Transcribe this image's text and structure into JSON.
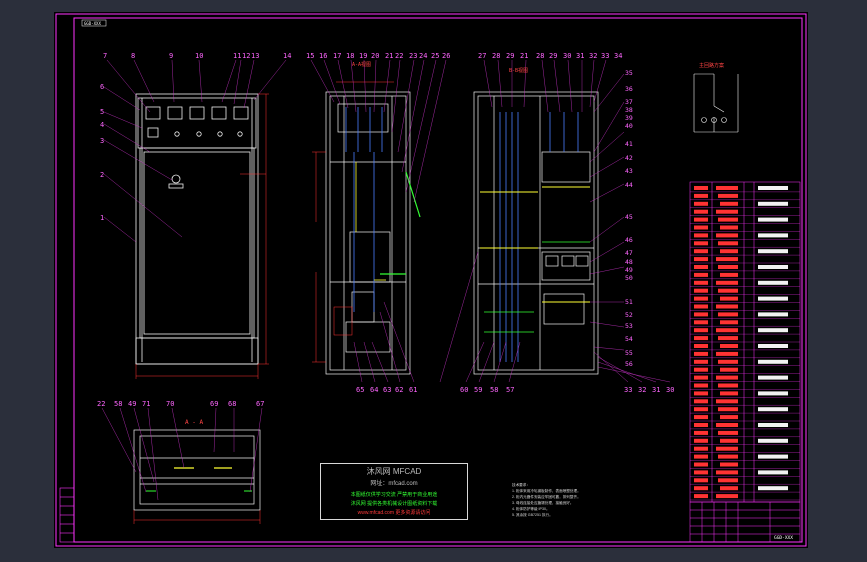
{
  "title_block_code": "GGD-XXX",
  "frame_tag": "GGD-XXX",
  "section_label": "A - A",
  "side_view_label": "A-A视图",
  "rear_view_label": "B-B视图",
  "scheme_label": "主回路方案",
  "watermark": {
    "line1": "沐风网 MFCAD",
    "line2": "网址：mfcad.com",
    "line3": "本图纸仅供学习交流 严禁用于商业用途",
    "line4": "沐风网 提供各类机械设计图纸资料下载",
    "line5": "www.mfcad.com 更多资源请访问"
  },
  "colors": {
    "frame": "#ff33ff",
    "geometry": "#f2f2f2",
    "dimension": "#ff3333",
    "leader": "#cc33cc",
    "callout_text": "#ff66ff",
    "green": "#33ff33",
    "yellow": "#ffff33",
    "blue": "#4a7dff",
    "cyan": "#33ffff"
  },
  "callouts_front_top": [
    "7",
    "8",
    "9",
    "10",
    "11",
    "12",
    "13",
    "14"
  ],
  "callouts_front_left": [
    "6",
    "5",
    "4",
    "3",
    "2",
    "1"
  ],
  "callouts_side_top": [
    "15",
    "16",
    "17",
    "18",
    "19",
    "20",
    "21",
    "22",
    "23",
    "24",
    "25",
    "26"
  ],
  "callouts_side_bottom": [
    "65",
    "64",
    "63",
    "62",
    "61"
  ],
  "callouts_rear_top": [
    "27",
    "28",
    "29",
    "21",
    "28",
    "29",
    "30",
    "31",
    "32",
    "33",
    "34"
  ],
  "callouts_rear_right": [
    "35",
    "36",
    "37",
    "38",
    "39",
    "40",
    "41",
    "42",
    "43",
    "44",
    "45",
    "46",
    "47",
    "48",
    "49",
    "50",
    "51",
    "52",
    "53",
    "54",
    "55",
    "56"
  ],
  "callouts_rear_bottom": [
    "60",
    "59",
    "58",
    "57"
  ],
  "callouts_right_bottom": [
    "33",
    "32",
    "31",
    "30"
  ],
  "callouts_section_top": [
    "22",
    "58",
    "49",
    "71",
    "70",
    "69",
    "68",
    "67"
  ],
  "tech_notes": [
    "技术要求：",
    "1. 柜体采用冷轧钢板制作，表面喷塑处理。",
    "2. 柜内元器件安装应牢固可靠，排列整齐。",
    "3. 母线连接处应搪锡处理，接触良好。",
    "4. 柜体防护等级 IP30。",
    "5. 其余按 GB7251 执行。"
  ]
}
